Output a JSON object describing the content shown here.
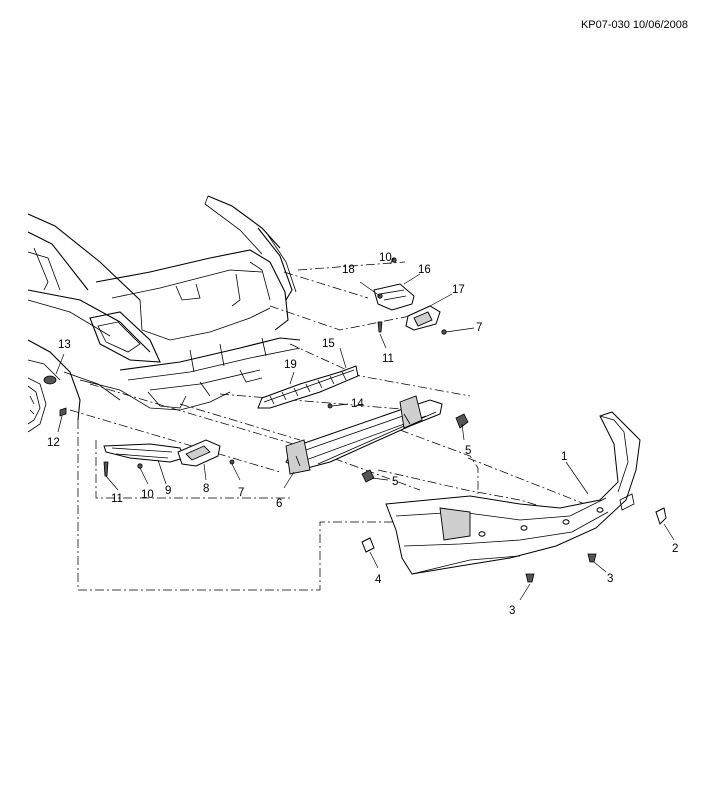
{
  "header": {
    "code": "KP07-030 10/06/2008"
  },
  "callouts": [
    {
      "id": "c1",
      "text": "1"
    },
    {
      "id": "c2",
      "text": "2"
    },
    {
      "id": "c3a",
      "text": "3"
    },
    {
      "id": "c3b",
      "text": "3"
    },
    {
      "id": "c4",
      "text": "4"
    },
    {
      "id": "c5a",
      "text": "5"
    },
    {
      "id": "c5b",
      "text": "5"
    },
    {
      "id": "c6",
      "text": "6"
    },
    {
      "id": "c7a",
      "text": "7"
    },
    {
      "id": "c7b",
      "text": "7"
    },
    {
      "id": "c8",
      "text": "8"
    },
    {
      "id": "c9",
      "text": "9"
    },
    {
      "id": "c10a",
      "text": "10"
    },
    {
      "id": "c10b",
      "text": "10"
    },
    {
      "id": "c11a",
      "text": "11"
    },
    {
      "id": "c11b",
      "text": "11"
    },
    {
      "id": "c12",
      "text": "12"
    },
    {
      "id": "c13",
      "text": "13"
    },
    {
      "id": "c14",
      "text": "14"
    },
    {
      "id": "c15",
      "text": "15"
    },
    {
      "id": "c16",
      "text": "16"
    },
    {
      "id": "c17",
      "text": "17"
    },
    {
      "id": "c18",
      "text": "18"
    },
    {
      "id": "c19",
      "text": "19"
    }
  ]
}
